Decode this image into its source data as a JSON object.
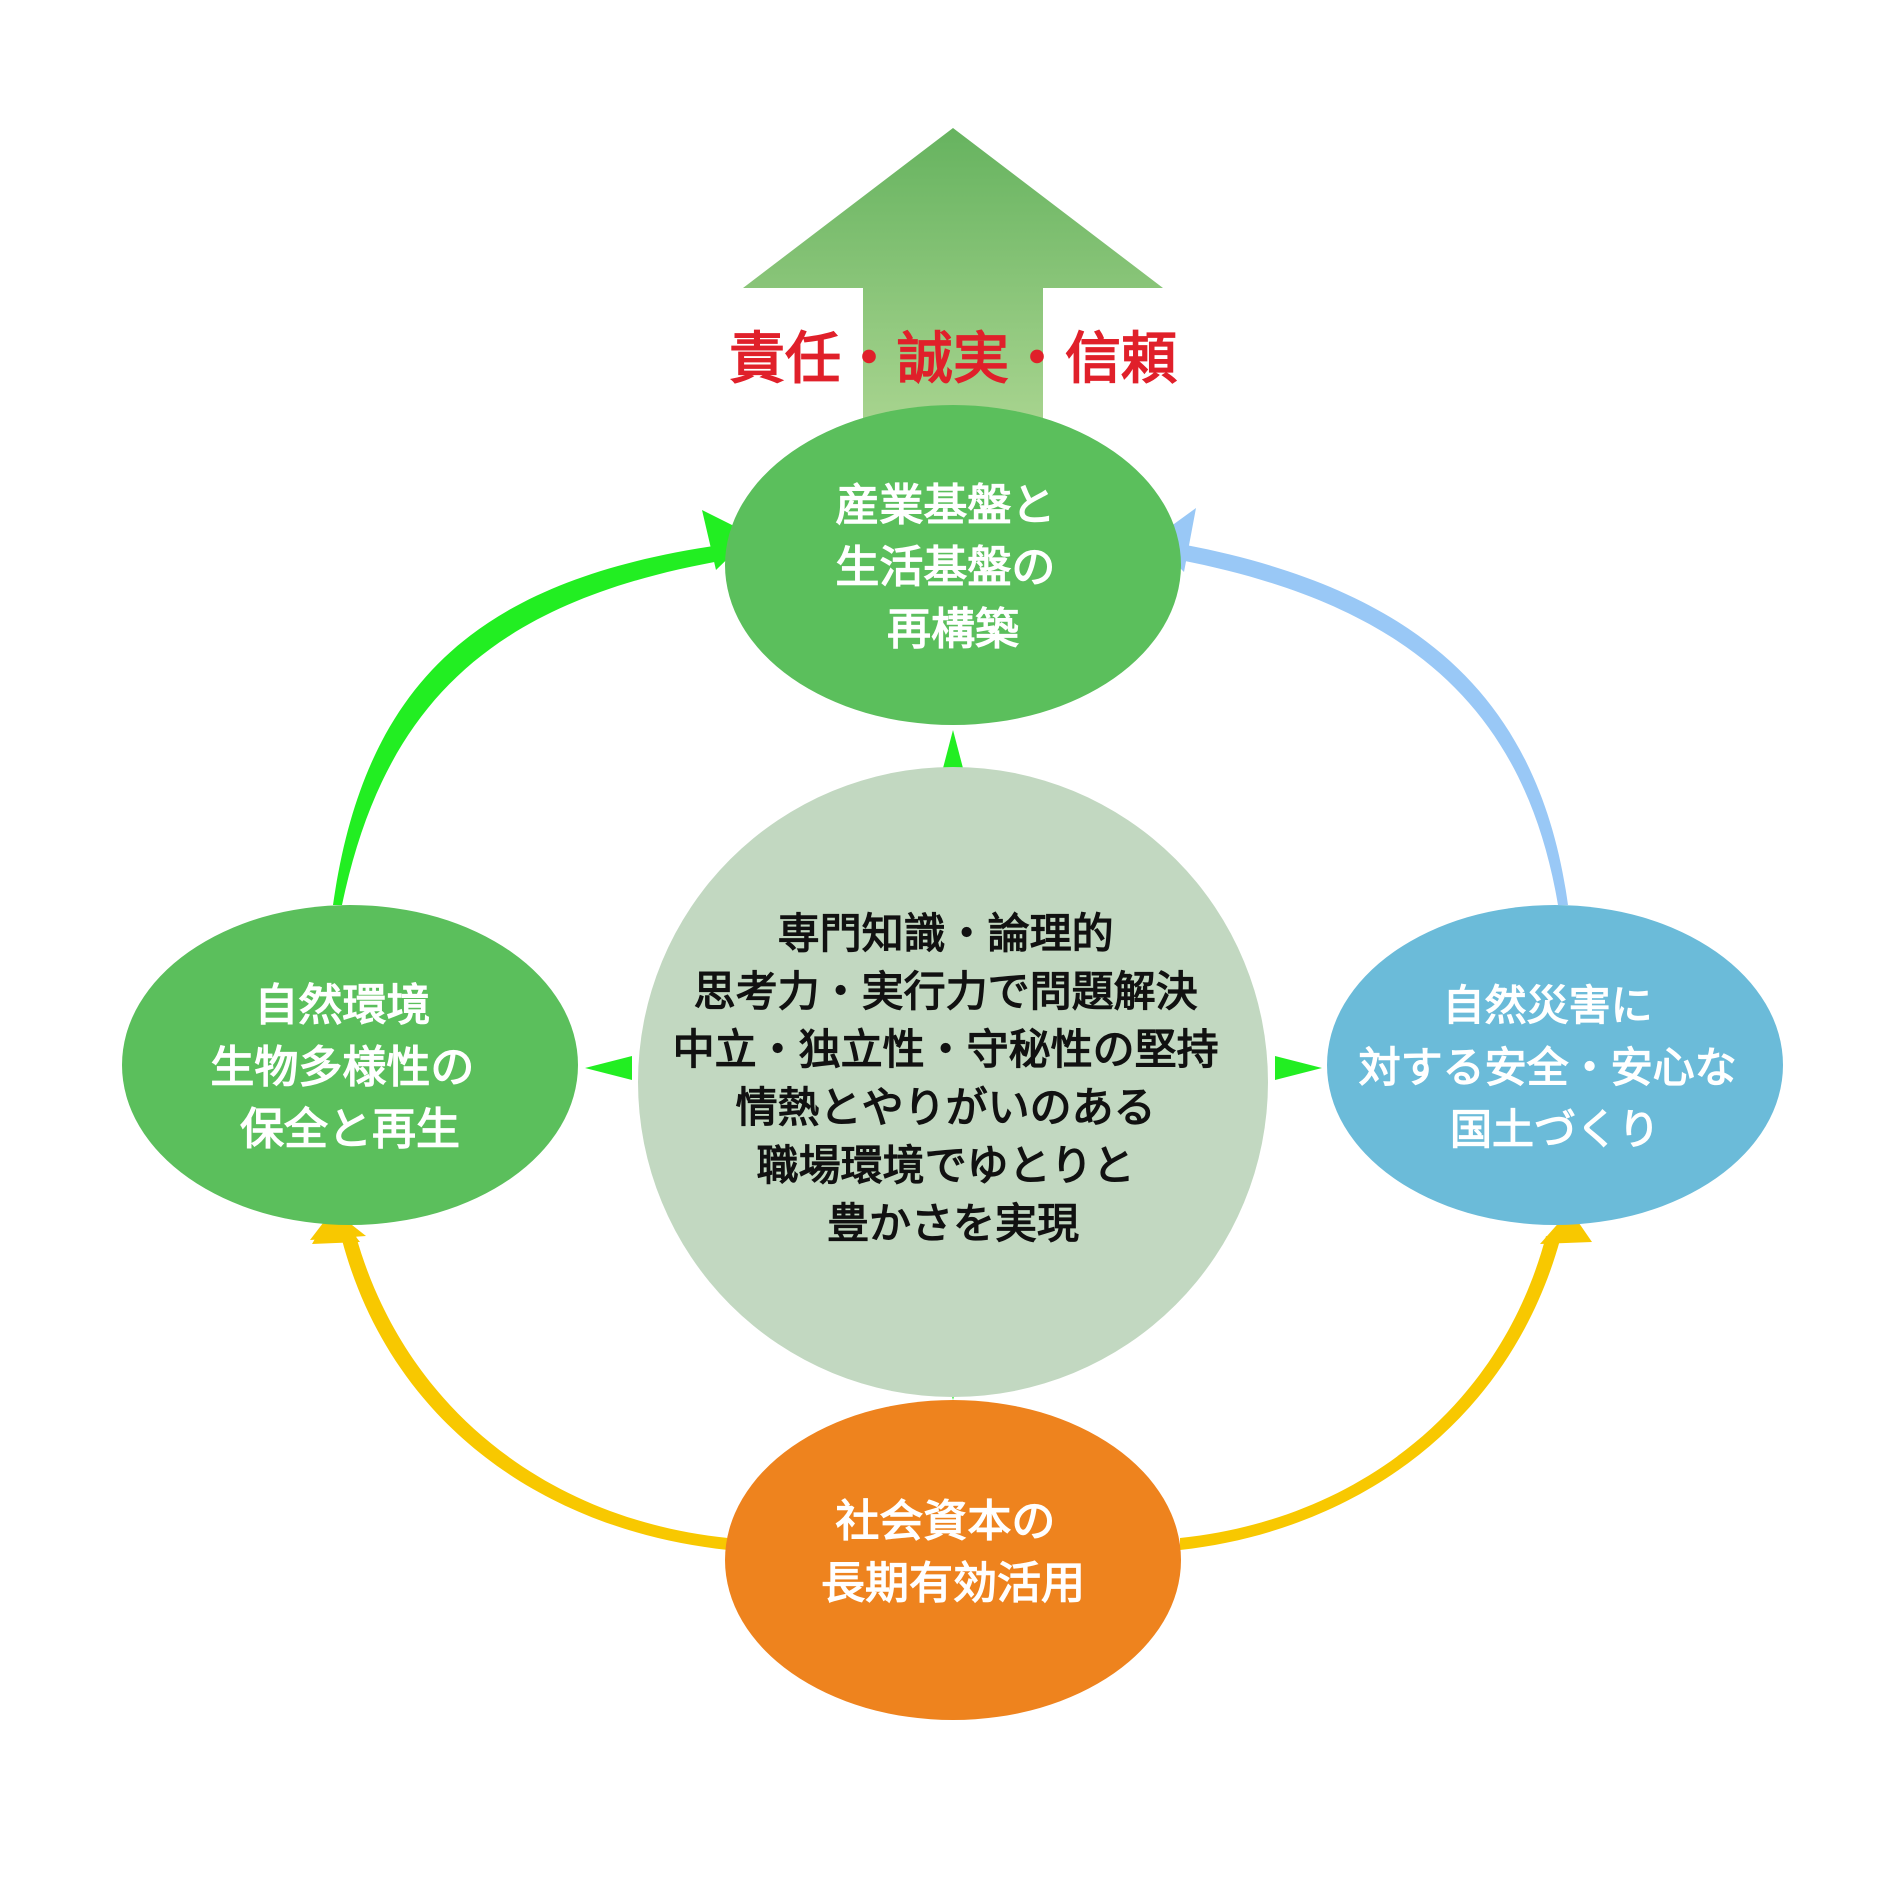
{
  "tagline": "責任・誠実・信頼",
  "colors": {
    "tagline": "#e0202a",
    "green_node": "#5bbf5c",
    "blue_node": "#6bbbd9",
    "orange_node": "#ee831e",
    "center_node": "#c2d8c1",
    "arrow_green": "#22ee22",
    "arrow_blue": "#99c8f6",
    "arrow_yellow": "#f8c800",
    "big_arrow_top": "#66b35f",
    "big_arrow_bottom": "#a3d18c"
  },
  "nodes": {
    "top": {
      "lines": [
        "産業基盤と",
        "生活基盤の",
        "再構築"
      ]
    },
    "left": {
      "lines": [
        "自然環境",
        "生物多様性の",
        "保全と再生"
      ]
    },
    "right": {
      "lines": [
        "自然災害に",
        "対する安全・安心な",
        "国土づくり"
      ]
    },
    "bottom": {
      "lines": [
        "社会資本の",
        "長期有効活用"
      ]
    },
    "center": {
      "lines": [
        "専門知識・論理的",
        "思考力・実行力で問題解決",
        "中立・独立性・守秘性の堅持",
        "情熱とやりがいのある",
        "職場環境でゆとりと",
        "豊かさを実現"
      ]
    }
  }
}
